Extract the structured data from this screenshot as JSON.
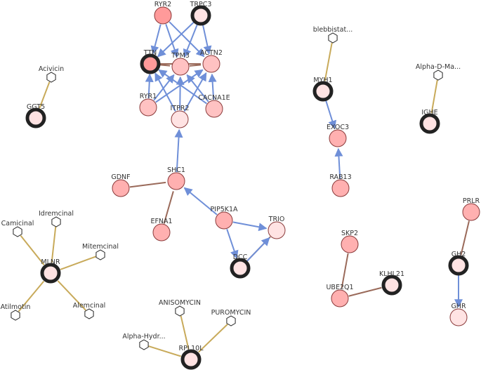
{
  "network": {
    "colors": {
      "drug_target_edge": "#c8aa5a",
      "physical_interaction_edge": "#9a6a5a",
      "pathway_edge": "#6f8fd8",
      "gene_light": "#ffe3e3",
      "gene_mid": "#ffc2c2",
      "gene_pink": "#ffb0b0",
      "gene_strong": "#ff9a9a",
      "gene_stroke": "#8a3a3a",
      "seed_ring": "#222222"
    },
    "nodes": [
      {
        "id": "RYR2",
        "label": "RYR2",
        "kind": "gene",
        "fill": "strong",
        "seed": false
      },
      {
        "id": "TRPC3",
        "label": "TRPC3",
        "kind": "gene",
        "fill": "light",
        "seed": true
      },
      {
        "id": "TTN",
        "label": "TTN",
        "kind": "gene",
        "fill": "strong",
        "seed": true
      },
      {
        "id": "TPM3",
        "label": "TPM3",
        "kind": "gene",
        "fill": "mid",
        "seed": false
      },
      {
        "id": "ACTN2",
        "label": "ACTN2",
        "kind": "gene",
        "fill": "mid",
        "seed": false
      },
      {
        "id": "RYR1",
        "label": "RYR1",
        "kind": "gene",
        "fill": "mid",
        "seed": false
      },
      {
        "id": "CACNA1E",
        "label": "CACNA1E",
        "kind": "gene",
        "fill": "mid",
        "seed": false
      },
      {
        "id": "ITPR2",
        "label": "ITPR2",
        "kind": "gene",
        "fill": "light",
        "seed": false
      },
      {
        "id": "SHC1",
        "label": "SHC1",
        "kind": "gene",
        "fill": "pink",
        "seed": false
      },
      {
        "id": "GDNF",
        "label": "GDNF",
        "kind": "gene",
        "fill": "pink",
        "seed": false
      },
      {
        "id": "EFNA1",
        "label": "EFNA1",
        "kind": "gene",
        "fill": "pink",
        "seed": false
      },
      {
        "id": "PIP5K1A",
        "label": "PIP5K1A",
        "kind": "gene",
        "fill": "pink",
        "seed": false
      },
      {
        "id": "TRIO",
        "label": "TRIO",
        "kind": "gene",
        "fill": "light",
        "seed": false
      },
      {
        "id": "DCC",
        "label": "DCC",
        "kind": "gene",
        "fill": "light",
        "seed": true
      },
      {
        "id": "Acivicin",
        "label": "Acivicin",
        "kind": "drug"
      },
      {
        "id": "GGT5",
        "label": "GGT5",
        "kind": "gene",
        "fill": "light",
        "seed": true
      },
      {
        "id": "blebbistatin",
        "label": "blebbistat...",
        "kind": "drug"
      },
      {
        "id": "MYH1",
        "label": "MYH1",
        "kind": "gene",
        "fill": "light",
        "seed": true
      },
      {
        "id": "EXOC3",
        "label": "EXOC3",
        "kind": "gene",
        "fill": "pink",
        "seed": false
      },
      {
        "id": "RAB13",
        "label": "RAB13",
        "kind": "gene",
        "fill": "pink",
        "seed": false
      },
      {
        "id": "AlphaDMa",
        "label": "Alpha-D-Ma...",
        "kind": "drug"
      },
      {
        "id": "IGHE",
        "label": "IGHE",
        "kind": "gene",
        "fill": "light",
        "seed": true
      },
      {
        "id": "Camicinal",
        "label": "Camicinal",
        "kind": "drug"
      },
      {
        "id": "Idremcinal",
        "label": "Idremcinal",
        "kind": "drug"
      },
      {
        "id": "Mitemcinal",
        "label": "Mitemcinal",
        "kind": "drug"
      },
      {
        "id": "MLNR",
        "label": "MLNR",
        "kind": "gene",
        "fill": "light",
        "seed": true
      },
      {
        "id": "Atilmotin",
        "label": "Atilmotin",
        "kind": "drug"
      },
      {
        "id": "Alemcinal",
        "label": "Alemcinal",
        "kind": "drug"
      },
      {
        "id": "ANISOMYCIN",
        "label": "ANISOMYCIN",
        "kind": "drug"
      },
      {
        "id": "PUROMYCIN",
        "label": "PUROMYCIN",
        "kind": "drug"
      },
      {
        "id": "AlphaHydr",
        "label": "Alpha-Hydr...",
        "kind": "drug"
      },
      {
        "id": "RPL10L",
        "label": "RPL10L",
        "kind": "gene",
        "fill": "light",
        "seed": true
      },
      {
        "id": "SKP2",
        "label": "SKP2",
        "kind": "gene",
        "fill": "pink",
        "seed": false
      },
      {
        "id": "UBE2Q1",
        "label": "UBE2Q1",
        "kind": "gene",
        "fill": "pink",
        "seed": false
      },
      {
        "id": "KLHL21",
        "label": "KLHL21",
        "kind": "gene",
        "fill": "light",
        "seed": true
      },
      {
        "id": "PRLR",
        "label": "PRLR",
        "kind": "gene",
        "fill": "pink",
        "seed": false
      },
      {
        "id": "GH2",
        "label": "GH2",
        "kind": "gene",
        "fill": "light",
        "seed": true
      },
      {
        "id": "GHR",
        "label": "GHR",
        "kind": "gene",
        "fill": "light",
        "seed": false
      }
    ],
    "edges": [
      {
        "source": "TTN",
        "target": "TPM3",
        "type": "physical"
      },
      {
        "source": "TPM3",
        "target": "ACTN2",
        "type": "physical"
      },
      {
        "source": "TTN",
        "target": "ACTN2",
        "type": "physical"
      },
      {
        "source": "RYR2",
        "target": "TTN",
        "type": "pathway",
        "arrow": true
      },
      {
        "source": "RYR2",
        "target": "TPM3",
        "type": "pathway",
        "arrow": true
      },
      {
        "source": "RYR2",
        "target": "ACTN2",
        "type": "pathway",
        "arrow": true
      },
      {
        "source": "TRPC3",
        "target": "TTN",
        "type": "pathway",
        "arrow": true
      },
      {
        "source": "TRPC3",
        "target": "TPM3",
        "type": "pathway",
        "arrow": true
      },
      {
        "source": "TRPC3",
        "target": "ACTN2",
        "type": "pathway",
        "arrow": true
      },
      {
        "source": "RYR1",
        "target": "TTN",
        "type": "pathway",
        "arrow": true
      },
      {
        "source": "RYR1",
        "target": "TPM3",
        "type": "pathway",
        "arrow": true
      },
      {
        "source": "RYR1",
        "target": "ACTN2",
        "type": "pathway",
        "arrow": true
      },
      {
        "source": "CACNA1E",
        "target": "TTN",
        "type": "pathway",
        "arrow": true
      },
      {
        "source": "CACNA1E",
        "target": "TPM3",
        "type": "pathway",
        "arrow": true
      },
      {
        "source": "CACNA1E",
        "target": "ACTN2",
        "type": "pathway",
        "arrow": true
      },
      {
        "source": "ITPR2",
        "target": "TTN",
        "type": "pathway",
        "arrow": true
      },
      {
        "source": "ITPR2",
        "target": "TPM3",
        "type": "pathway",
        "arrow": true
      },
      {
        "source": "ITPR2",
        "target": "ACTN2",
        "type": "pathway",
        "arrow": true
      },
      {
        "source": "SHC1",
        "target": "ITPR2",
        "type": "pathway",
        "arrow": true
      },
      {
        "source": "GDNF",
        "target": "SHC1",
        "type": "physical"
      },
      {
        "source": "EFNA1",
        "target": "SHC1",
        "type": "physical"
      },
      {
        "source": "PIP5K1A",
        "target": "SHC1",
        "type": "pathway",
        "arrow": true
      },
      {
        "source": "PIP5K1A",
        "target": "TRIO",
        "type": "pathway",
        "arrow": true
      },
      {
        "source": "PIP5K1A",
        "target": "DCC",
        "type": "pathway",
        "arrow": true
      },
      {
        "source": "TRIO",
        "target": "DCC",
        "type": "physical"
      },
      {
        "source": "DCC",
        "target": "TRIO",
        "type": "pathway",
        "arrow": true
      },
      {
        "source": "Acivicin",
        "target": "GGT5",
        "type": "drug"
      },
      {
        "source": "blebbistatin",
        "target": "MYH1",
        "type": "drug"
      },
      {
        "source": "MYH1",
        "target": "EXOC3",
        "type": "pathway",
        "arrow": true
      },
      {
        "source": "RAB13",
        "target": "EXOC3",
        "type": "pathway",
        "arrow": true
      },
      {
        "source": "AlphaDMa",
        "target": "IGHE",
        "type": "drug"
      },
      {
        "source": "Camicinal",
        "target": "MLNR",
        "type": "drug"
      },
      {
        "source": "Idremcinal",
        "target": "MLNR",
        "type": "drug"
      },
      {
        "source": "Mitemcinal",
        "target": "MLNR",
        "type": "drug"
      },
      {
        "source": "Atilmotin",
        "target": "MLNR",
        "type": "drug"
      },
      {
        "source": "Alemcinal",
        "target": "MLNR",
        "type": "drug"
      },
      {
        "source": "ANISOMYCIN",
        "target": "RPL10L",
        "type": "drug"
      },
      {
        "source": "PUROMYCIN",
        "target": "RPL10L",
        "type": "drug"
      },
      {
        "source": "AlphaHydr",
        "target": "RPL10L",
        "type": "drug"
      },
      {
        "source": "SKP2",
        "target": "UBE2Q1",
        "type": "physical"
      },
      {
        "source": "UBE2Q1",
        "target": "KLHL21",
        "type": "physical"
      },
      {
        "source": "PRLR",
        "target": "GH2",
        "type": "physical"
      },
      {
        "source": "GH2",
        "target": "GHR",
        "type": "pathway",
        "arrow": true
      }
    ]
  }
}
